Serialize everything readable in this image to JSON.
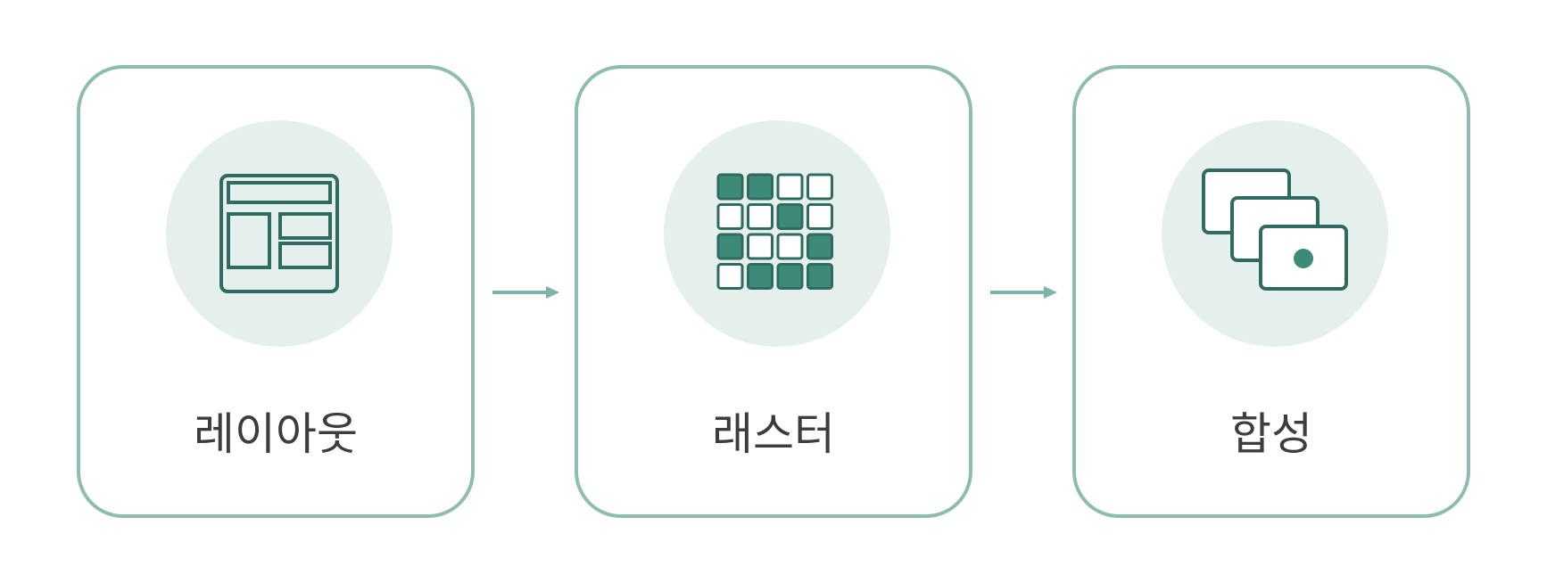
{
  "colors": {
    "border": "#8fbcb2",
    "circle_fill": "#e5f0ec",
    "icon_stroke": "#2f6b60",
    "icon_fill": "#3d8a79",
    "label_text": "#3d3d3d",
    "arrow": "#7fb3a7"
  },
  "steps": [
    {
      "label": "레이아웃",
      "icon": "layout-icon"
    },
    {
      "label": "래스터",
      "icon": "raster-grid-icon"
    },
    {
      "label": "합성",
      "icon": "stacked-layers-icon"
    }
  ],
  "raster_grid": [
    [
      1,
      1,
      0,
      0
    ],
    [
      0,
      0,
      1,
      0
    ],
    [
      1,
      0,
      0,
      1
    ],
    [
      0,
      1,
      1,
      1
    ]
  ]
}
